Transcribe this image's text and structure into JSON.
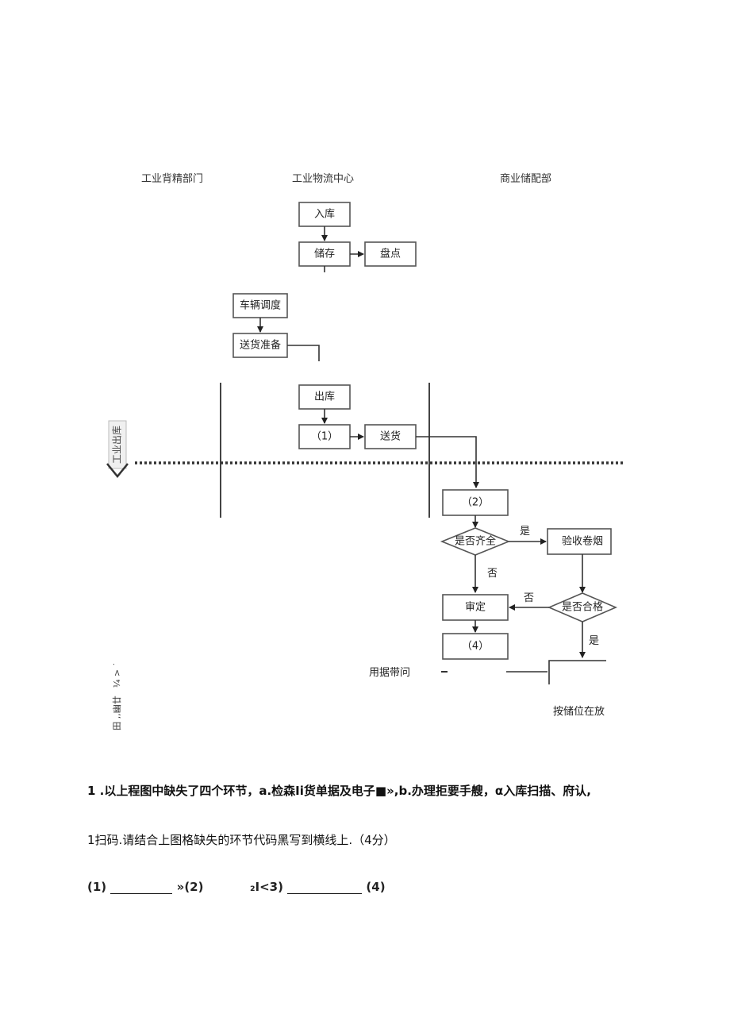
{
  "lanes": {
    "left": "工业背精部门",
    "middle": "工业物流中心",
    "right": "商业储配部"
  },
  "side_label_top": "工业出库",
  "side_label_bottom_1": "¼ > ˙",
  "side_label_bottom_2": "田 ,,幽廿",
  "nodes": {
    "ruku": "入库",
    "chucun": "储存",
    "pandian": "盘点",
    "cheliang": "车辆调度",
    "songhuo_zhunbei": "送货准备",
    "chuku": "出库",
    "blank1": "（1）",
    "songhuo": "送货",
    "blank2": "（2）",
    "shifou_qiquan": "是否齐全",
    "yanshou": "验收卷烟",
    "shending": "审定",
    "shifou_hege": "是否合格",
    "blank4": "（4）"
  },
  "edge_labels": {
    "shi1": "是",
    "fou1": "否",
    "fou2": "否",
    "shi2": "是"
  },
  "bottom_texts": {
    "yongju": "用据带问",
    "anchu": "按储位在放"
  },
  "question": {
    "line1": "1   .以上程图中缺失了四个环节，a.检森Ii货单据及电子■»,b.办理拒要手艘，α入库扫描、府认,",
    "line2": "1扫码.请结合上图格缺失的环节代码黑写到横线上.（4分）",
    "b1": "(1)",
    "b2": "»(2)",
    "b3": "₂I<3)",
    "b4": "(4)"
  }
}
